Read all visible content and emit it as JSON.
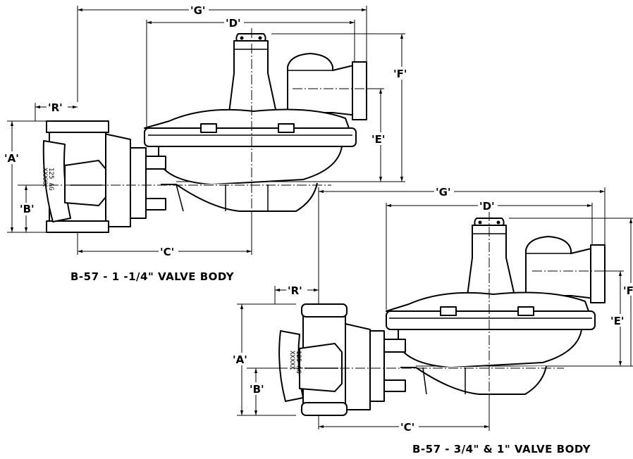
{
  "views": [
    {
      "caption": "B-57 -  1 -1/4\" VALVE BODY",
      "body_marking_1": "125 AG",
      "body_marking_2": "XXXXX",
      "dims": {
        "G": "'G'",
        "D": "'D'",
        "F": "'F'",
        "E": "'E'",
        "R": "'R'",
        "A": "'A'",
        "B": "'B'",
        "C": "'C'"
      }
    },
    {
      "caption": "B-57 -   3/4\" & 1\" VALVE BODY",
      "body_marking_1": "125 AG",
      "body_marking_2": "XXXXX",
      "dims": {
        "G": "'G'",
        "D": "'D'",
        "F": "'F",
        "E": "'E'",
        "R": "'R'",
        "A": "'A'",
        "B": "'B'",
        "C": "'C'"
      }
    }
  ]
}
